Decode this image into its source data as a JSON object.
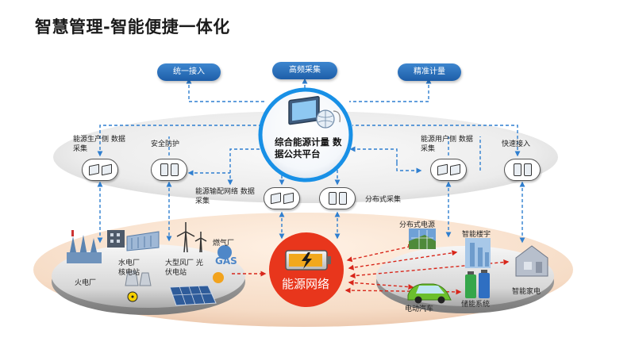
{
  "title": "智慧管理-智能便捷一体化",
  "top_pills": {
    "unified_access": "统一接入",
    "high_freq_collect": "高频采集",
    "precise_metering": "精准计量"
  },
  "platform": {
    "title": "综合能源计量 数据公共平台"
  },
  "nodes": {
    "production_side": "能源生产侧 数据采集",
    "security": "安全防护",
    "transmission": "能源输配网络 数据采集",
    "distributed": "分布式采集",
    "user_side": "能源用户侧 数据采集",
    "fast_access": "快速接入"
  },
  "energy_grid": "能源网络",
  "production": {
    "thermal": "火电厂",
    "hydro_nuclear": "水电厂 核电站",
    "wind_solar": "大型风厂 光伏电站",
    "gas": "燃气厂",
    "gas_logo": "GAS"
  },
  "consumption": {
    "distributed_power": "分布式电源",
    "smart_building": "智能楼宇",
    "smart_home": "智能家电",
    "ev": "电动汽车",
    "storage": "储能系统"
  },
  "colors": {
    "accent_blue": "#1f62b0",
    "dash_blue": "#2f7fd0",
    "energy_red": "#e8361c",
    "arrow_red": "#d8261a",
    "platform_ring": "#1890e6"
  }
}
